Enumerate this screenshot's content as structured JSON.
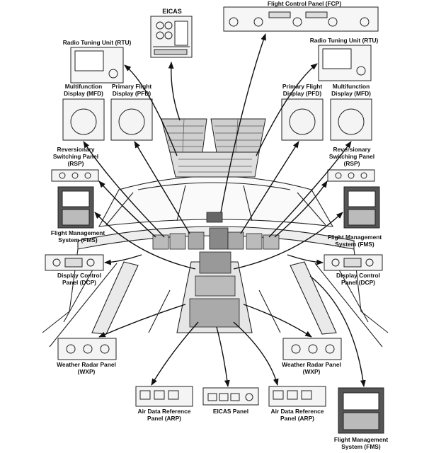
{
  "labels": {
    "eicas_top": "EICAS",
    "fcp": "Flight Control Panel (FCP)",
    "rtu_left": "Radio Tuning Unit (RTU)",
    "rtu_right": "Radio Tuning Unit (RTU)",
    "mfd_left": [
      "Multifunction",
      "Display (MFD)"
    ],
    "pfd_left": [
      "Primary Flight",
      "Display (PFD)"
    ],
    "pfd_right": [
      "Primary Flight",
      "Display (PFD)"
    ],
    "mfd_right": [
      "Multifunction",
      "Display (MFD)"
    ],
    "rsp_left": [
      "Reversionary",
      "Switching Panel",
      "(RSP)"
    ],
    "rsp_right": [
      "Reversionary",
      "Switching Panel",
      "(RSP)"
    ],
    "fms_left": [
      "Flight Management",
      "System (FMS)"
    ],
    "fms_right": [
      "Flight Management",
      "System (FMS)"
    ],
    "dcp_left": [
      "Display Control",
      "Panel (DCP)"
    ],
    "dcp_right": [
      "Display Control",
      "Panel (DCP)"
    ],
    "wxp_left": [
      "Weather Radar Panel",
      "(WXP)"
    ],
    "wxp_right": [
      "Weather Radar Panel",
      "(WXP)"
    ],
    "arp_left": [
      "Air Data Reference",
      "Panel (ARP)"
    ],
    "eicas_panel": "EICAS Panel",
    "arp_right": [
      "Air Data Reference",
      "Panel (ARP)"
    ],
    "fms_bottom": [
      "Flight Management",
      "System (FMS)"
    ]
  },
  "colors": {
    "ink": "#111111",
    "panel_fill": "#d9d9d9",
    "screen_fill": "#f4f4f4"
  }
}
